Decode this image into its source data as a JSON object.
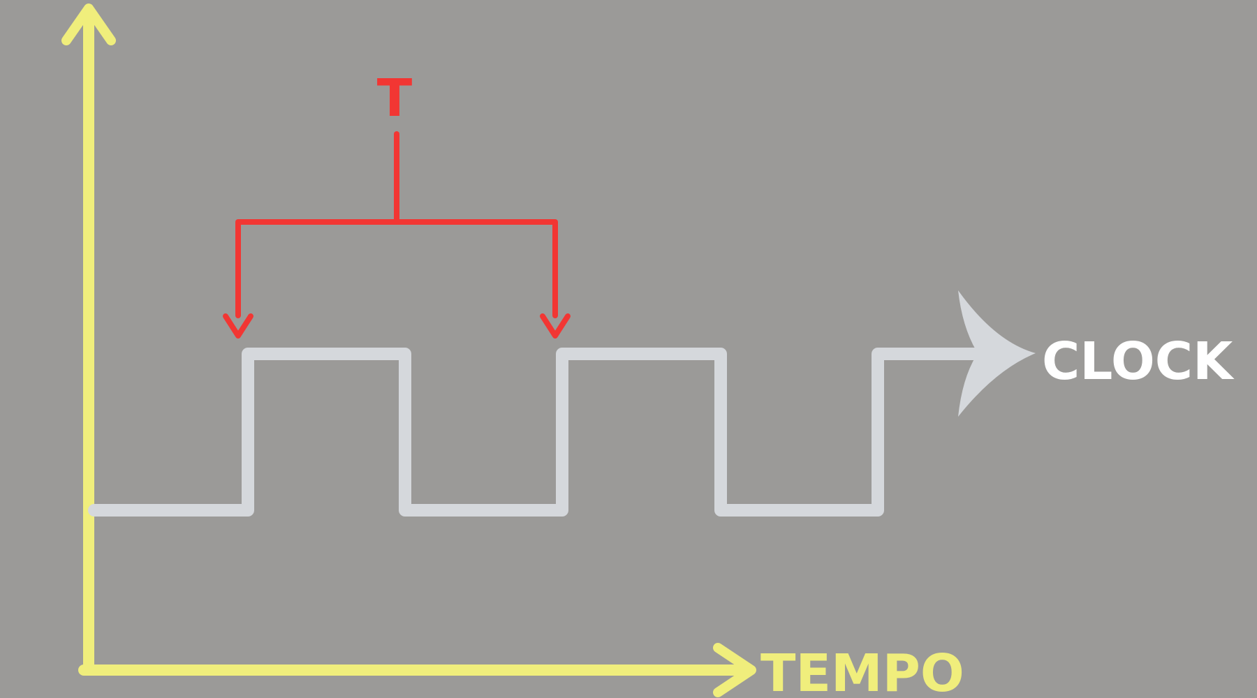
{
  "labels": {
    "period": "T",
    "signal": "CLOCK",
    "time_axis": "TEMPO"
  },
  "colors": {
    "background": "#9b9a98",
    "axis": "#f0ee7c",
    "signal": "#d5d8dc",
    "period_marker": "#f23633",
    "signal_label": "#ffffff",
    "time_label": "#f0ee7c"
  },
  "icons": {
    "y_axis_arrow": "arrow-up-icon",
    "x_axis_arrow": "arrow-right-icon",
    "signal_arrow": "arrow-right-icon",
    "period_arrows": "arrow-down-icon"
  }
}
